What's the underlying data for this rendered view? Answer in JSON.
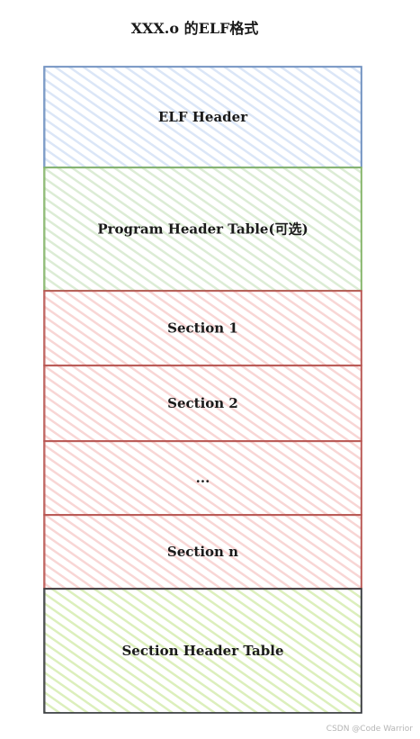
{
  "title": "XXX.o 的ELF格式",
  "blocks": [
    {
      "label": "ELF Header",
      "fill": "#dbe6f7",
      "stroke": "#6c8ebf"
    },
    {
      "label": "Program Header Table(可选)",
      "fill": "#dcecd5",
      "stroke": "#82b366"
    },
    {
      "label": "Section 1",
      "fill": "#f8d6d5",
      "stroke": "#b85450"
    },
    {
      "label": "Section 2",
      "fill": "#f8d6d5",
      "stroke": "#b85450"
    },
    {
      "label": "...",
      "fill": "#f8d6d5",
      "stroke": "#b85450"
    },
    {
      "label": "Section n",
      "fill": "#f8d6d5",
      "stroke": "#b85450"
    },
    {
      "label": "Section Header Table",
      "fill": "#dcefbc",
      "stroke": "#36393d"
    }
  ],
  "watermark": "CSDN @Code Warrior"
}
